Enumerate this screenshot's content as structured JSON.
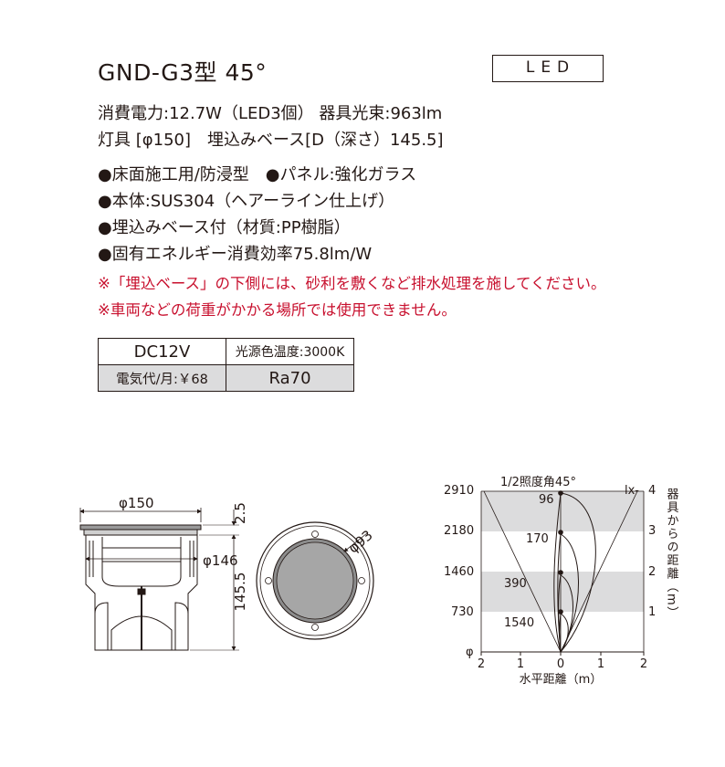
{
  "title": "GND-G3型 45°",
  "led_label": "LED",
  "specs": [
    "消費電力:12.7W（LED3個） 器具光束:963lm",
    "灯具 [φ150]　埋込みベース[D（深さ）145.5]"
  ],
  "features": [
    "●床面施工用/防浸型　●パネル:強化ガラス",
    "●本体:SUS304（ヘアーライン仕上げ）",
    "●埋込みベース付（材質:PP樹脂）",
    "●固有エネルギー消費効率75.8lm/W"
  ],
  "notes": [
    "※「埋込ベース」の下側には、砂利を敷くなど排水処理を施してください。",
    "※車両などの荷重がかかる場所では使用できません。"
  ],
  "table": {
    "voltage": "DC12V",
    "color_temp": "光源色温度:3000K",
    "cost": "電気代/月:￥68",
    "ra": "Ra70"
  },
  "dimensions": {
    "outer_dia": "φ150",
    "inner_dia": "φ146",
    "height_top": "2.5",
    "height_body": "145.5",
    "front_dia": "φ93"
  },
  "light_chart": {
    "title": "1/2照度角45°",
    "lx_label": "lx-",
    "phi_label": "φ",
    "y_left_ticks": [
      "2910",
      "2180",
      "1460",
      "730"
    ],
    "y_right_ticks": [
      "4",
      "3",
      "2",
      "1"
    ],
    "y_right_axis_label": "器具からの距離（m）",
    "x_ticks": [
      "2",
      "1",
      "0",
      "1",
      "2"
    ],
    "x_axis_label": "水平距離（m）",
    "lux_labels": [
      "96",
      "170",
      "390",
      "1540"
    ],
    "colors": {
      "band": "#dcdcdd",
      "line": "#231815"
    }
  }
}
